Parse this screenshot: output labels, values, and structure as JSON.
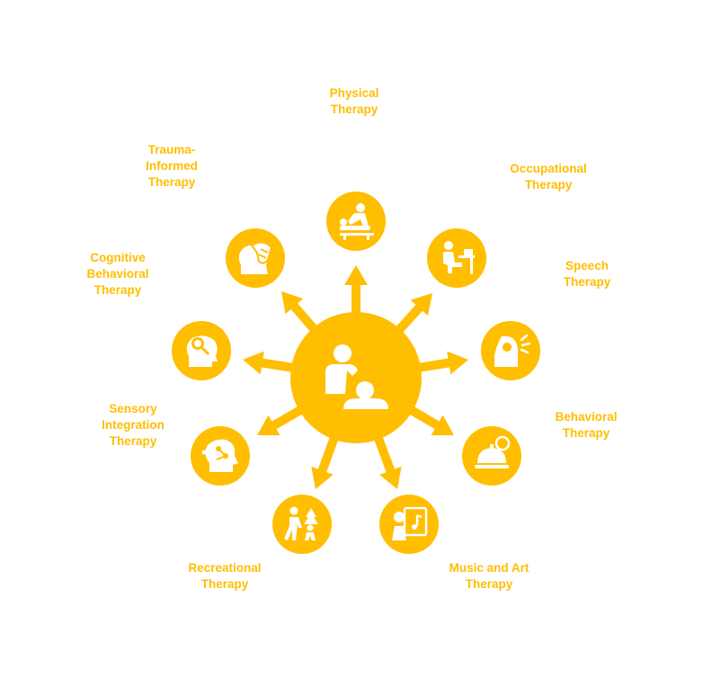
{
  "colors": {
    "accent": "#FFBE00",
    "icon": "#ffffff",
    "background": "#ffffff"
  },
  "center": {
    "icon": "caregiver-with-child-icon"
  },
  "therapies": [
    {
      "id": "physical",
      "label": "Physical\nTherapy",
      "icon": "massage-table-icon"
    },
    {
      "id": "occupational",
      "label": "Occupational\nTherapy",
      "icon": "person-at-desk-icon"
    },
    {
      "id": "speech",
      "label": "Speech\nTherapy",
      "icon": "speaking-face-icon"
    },
    {
      "id": "behavioral",
      "label": "Behavioral\nTherapy",
      "icon": "reception-bell-icon"
    },
    {
      "id": "music-art",
      "label": "Music and Art\nTherapy",
      "icon": "music-board-icon"
    },
    {
      "id": "recreational",
      "label": "Recreational\nTherapy",
      "icon": "walking-outdoors-icon"
    },
    {
      "id": "sensory",
      "label": "Sensory\nIntegration\nTherapy",
      "icon": "head-network-icon"
    },
    {
      "id": "cognitive",
      "label": "Cognitive\nBehavioral\nTherapy",
      "icon": "head-magnifier-icon"
    },
    {
      "id": "trauma",
      "label": "Trauma-\nInformed\nTherapy",
      "icon": "hand-on-head-icon"
    }
  ]
}
